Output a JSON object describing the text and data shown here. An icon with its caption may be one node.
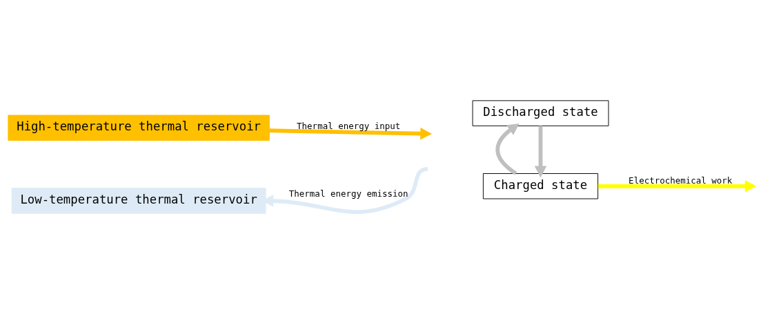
{
  "diagram": {
    "nodes": [
      {
        "text": [
          "High-temperature thermal reservoir"
        ]
      },
      {
        "text": [
          "Charged state"
        ]
      },
      {
        "text": [
          "Discharged state"
        ]
      },
      {
        "text": [
          "Low-temperature thermal reservoir"
        ]
      }
    ],
    "edges": [
      {
        "from": 0,
        "to": null,
        "arrow": "to",
        "label": "Thermal energy input",
        "color": "#ffc000"
      },
      {
        "from": null,
        "to": 3,
        "arrow": "to",
        "label": "Thermal energy emission",
        "color": "#deebf7"
      },
      {
        "from": 2,
        "to": 1,
        "arrow": "to"
      },
      {
        "from": 1,
        "to": 2,
        "arrow": "to"
      },
      {
        "from": 1,
        "to": null,
        "arrow": "to",
        "label": "Electrochemical work",
        "color": "#ffff00"
      }
    ]
  }
}
